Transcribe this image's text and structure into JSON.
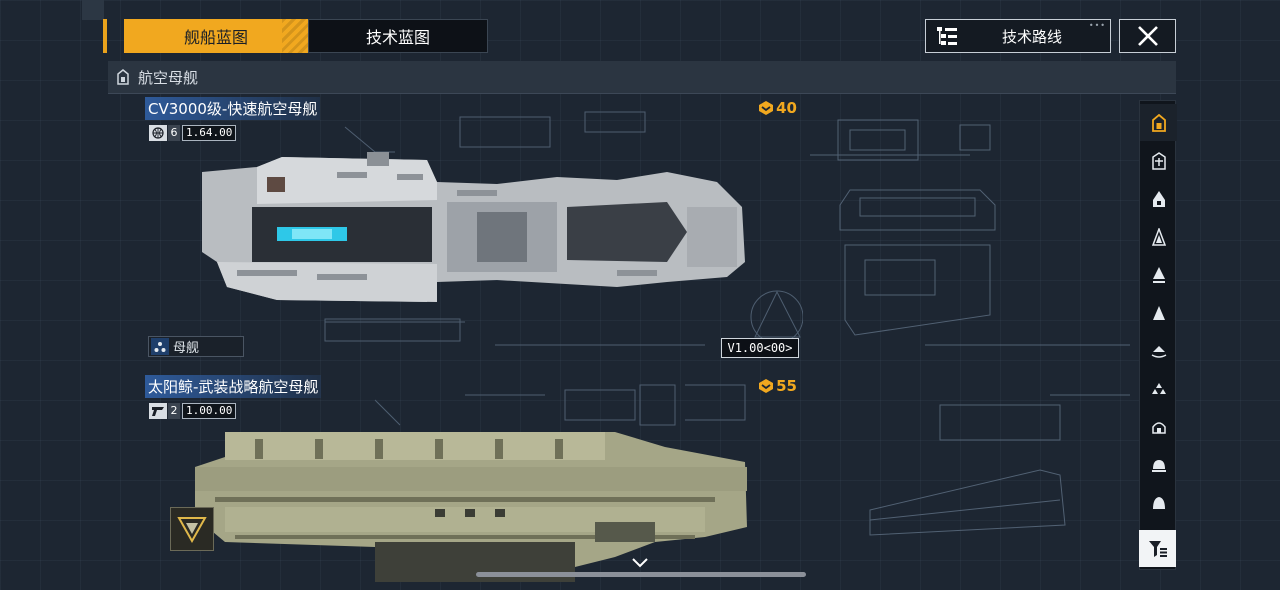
{
  "tabs": {
    "ship_blueprint": "舰船蓝图",
    "tech_blueprint": "技术蓝图"
  },
  "header": {
    "tech_route_label": "技术路线",
    "close_icon": "close-icon"
  },
  "category": {
    "label": "航空母舰"
  },
  "ships": [
    {
      "name": "CV3000级-快速航空母舰",
      "count": "6",
      "size": "1.64.00",
      "cost": "40",
      "type_label": "母舰",
      "version": "V1.00<00>",
      "hull_color": "#c9ccce"
    },
    {
      "name": "太阳鲸-武装战略航空母舰",
      "count": "2",
      "size": "1.00.00",
      "cost": "55",
      "hull_color": "#a8a98a"
    }
  ],
  "colors": {
    "accent": "#f1a81f",
    "background": "#1d2632",
    "name_highlight": "#2e5a9a"
  },
  "sidebar_icons": [
    "carrier-icon",
    "cruiser-icon",
    "destroyer-icon",
    "frigate-icon",
    "corvette-icon",
    "fighter-icon",
    "aux-icon",
    "cluster-icon",
    "dome-icon",
    "bell-icon",
    "shield-dome-icon"
  ]
}
